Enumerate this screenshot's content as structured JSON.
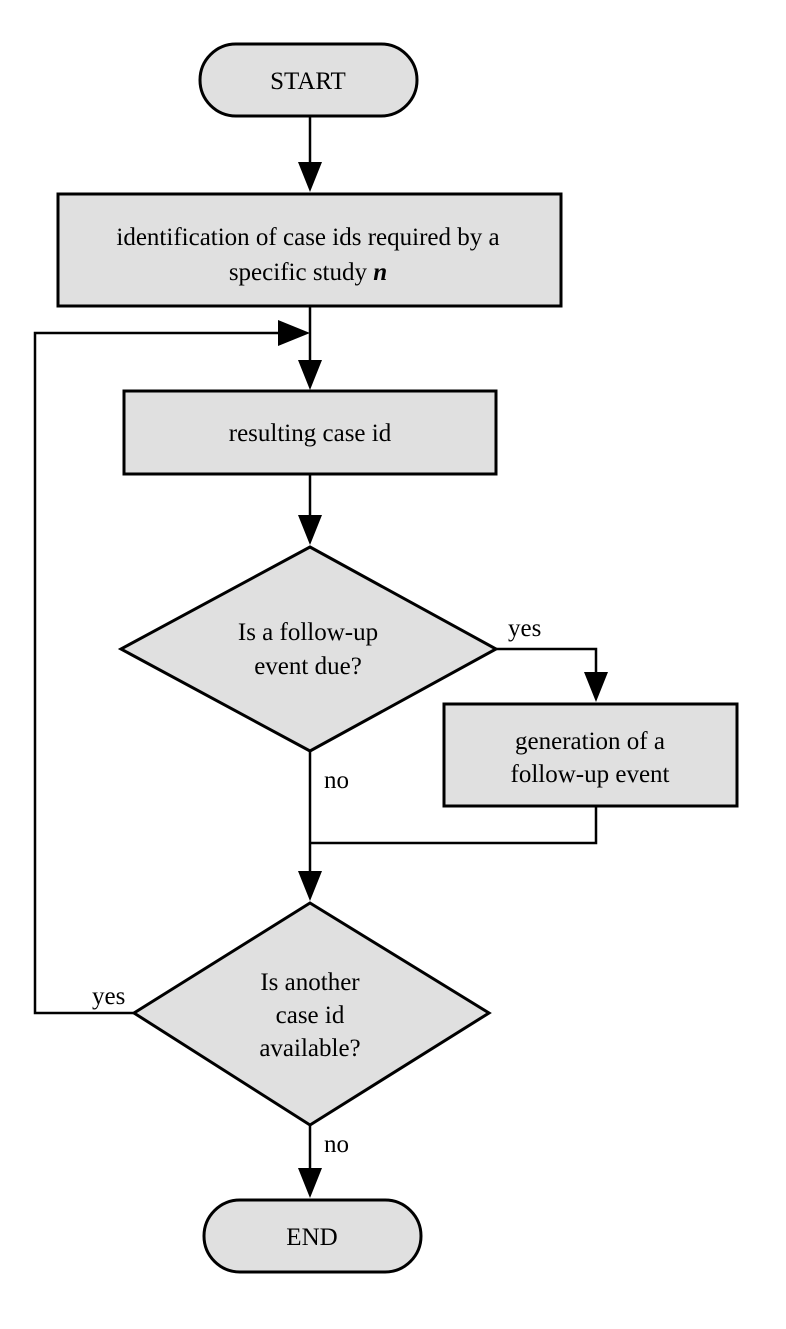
{
  "nodes": {
    "start": {
      "label": "START"
    },
    "identify": {
      "line1": "identification of case ids required by a",
      "line2_prefix": "specific study ",
      "line2_var": "n"
    },
    "result": {
      "label": "resulting case id"
    },
    "followup_decision": {
      "line1": "Is a follow-up",
      "line2": "event due?"
    },
    "generate": {
      "line1": "generation of a",
      "line2": "follow-up event"
    },
    "another_decision": {
      "line1": "Is another",
      "line2": "case id",
      "line3": "available?"
    },
    "end": {
      "label": "END"
    }
  },
  "edges": {
    "followup_yes": "yes",
    "followup_no": "no",
    "another_yes": "yes",
    "another_no": "no"
  },
  "colors": {
    "node_fill": "#e0e0e0",
    "line": "#000000"
  }
}
